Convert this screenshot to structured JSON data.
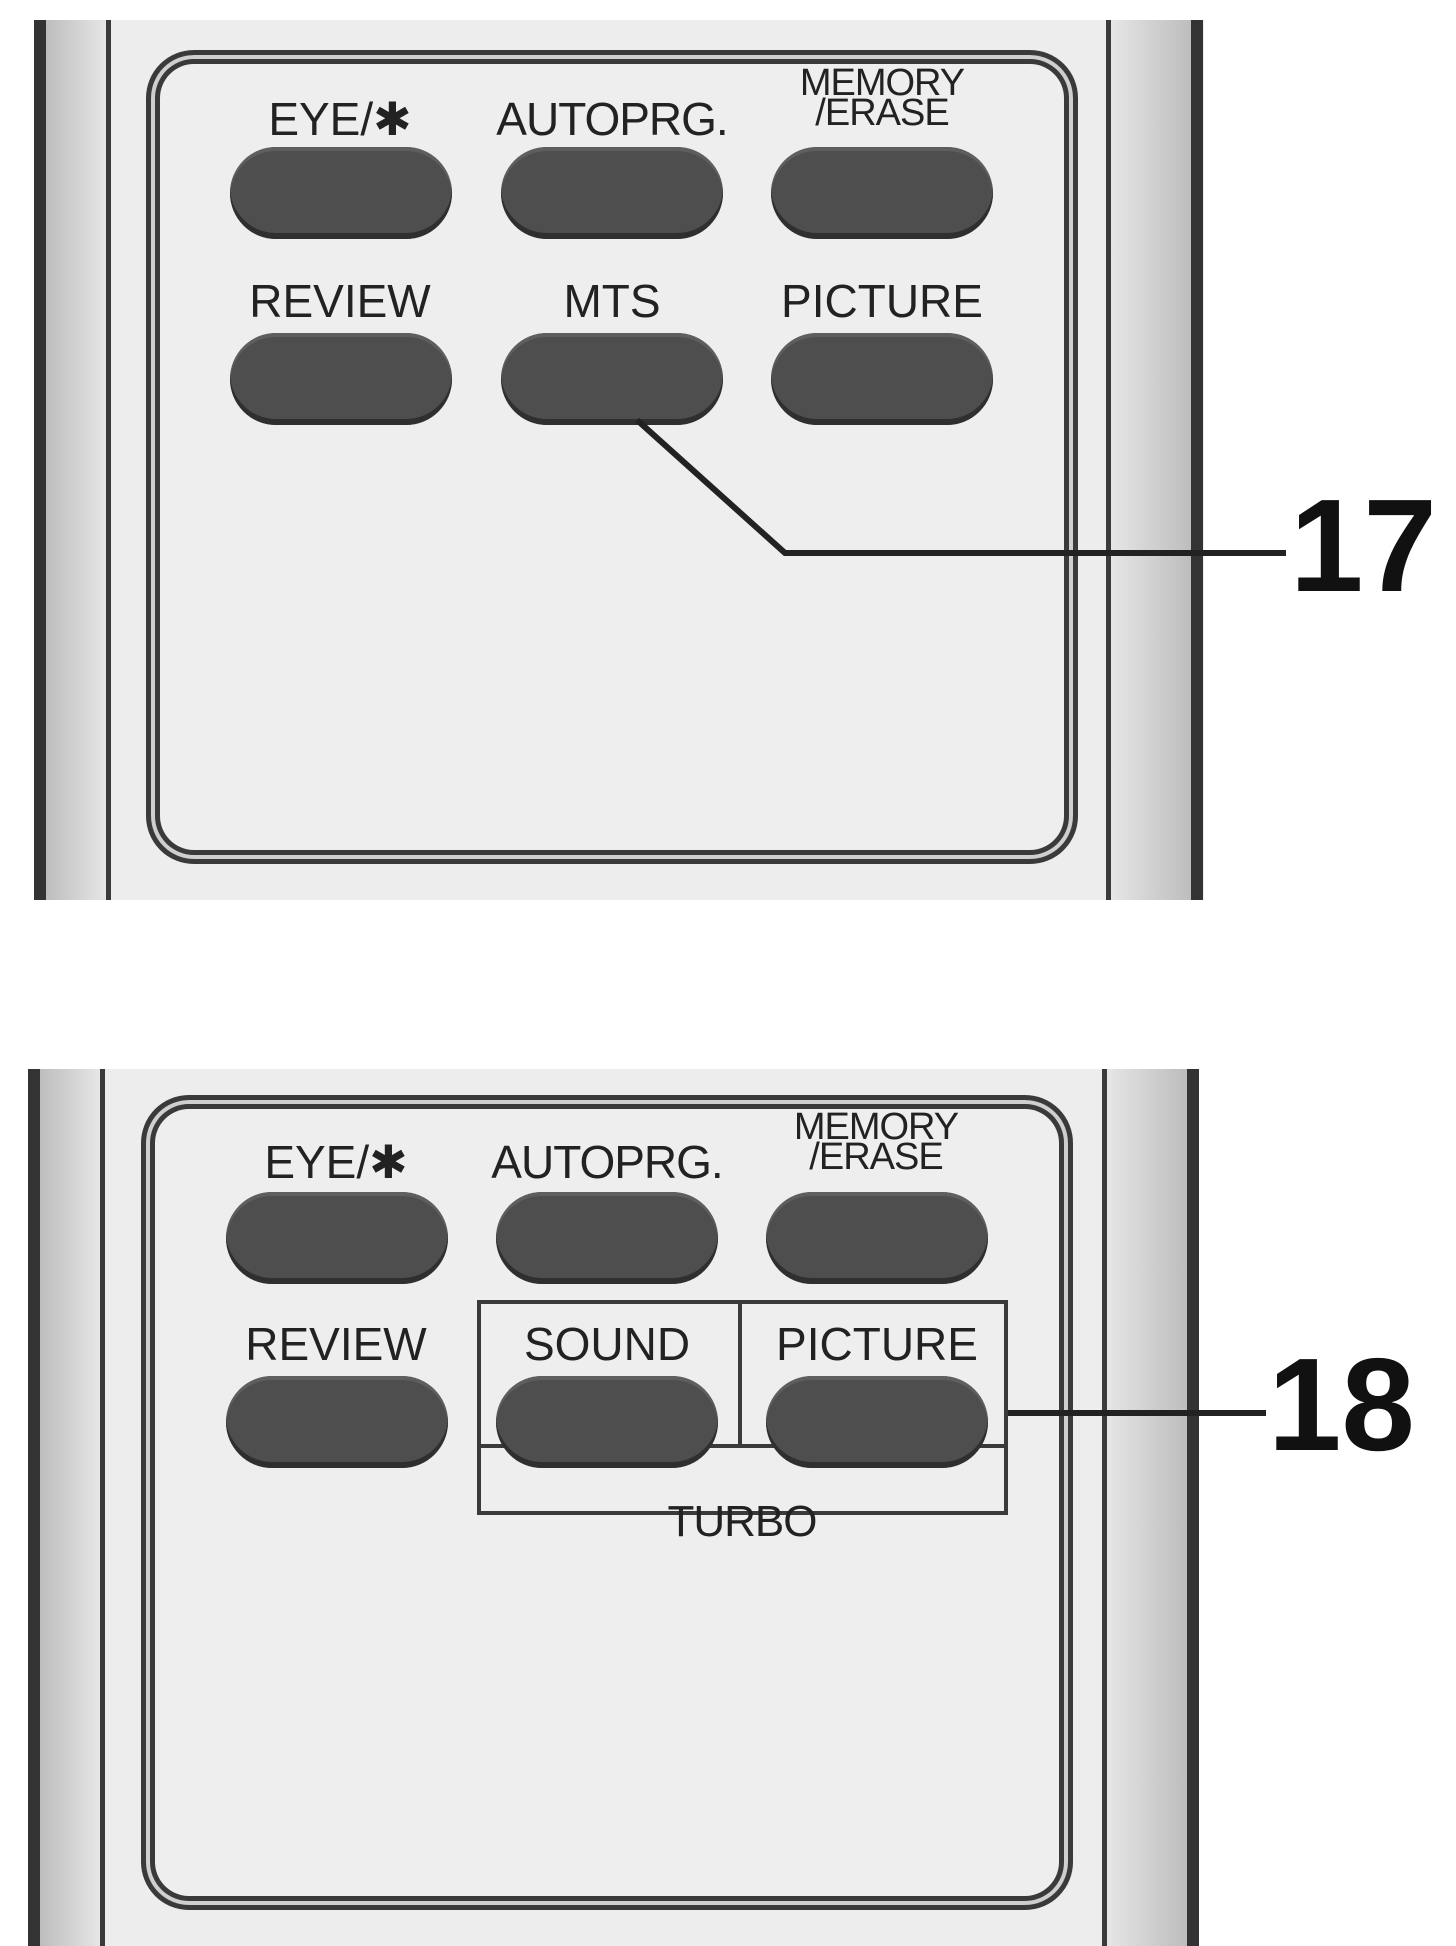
{
  "remotes": [
    {
      "labels": {
        "eye": "EYE/✱",
        "autoprg": "AUTOPRG.",
        "memory_line1": "MEMORY",
        "memory_line2": "/ERASE",
        "review": "REVIEW",
        "mts": "MTS",
        "picture": "PICTURE"
      },
      "callout": "17"
    },
    {
      "labels": {
        "eye": "EYE/✱",
        "autoprg": "AUTOPRG.",
        "memory_line1": "MEMORY",
        "memory_line2": "/ERASE",
        "review": "REVIEW",
        "sound": "SOUND",
        "picture": "PICTURE",
        "turbo": "TURBO"
      },
      "callout": "18"
    }
  ]
}
